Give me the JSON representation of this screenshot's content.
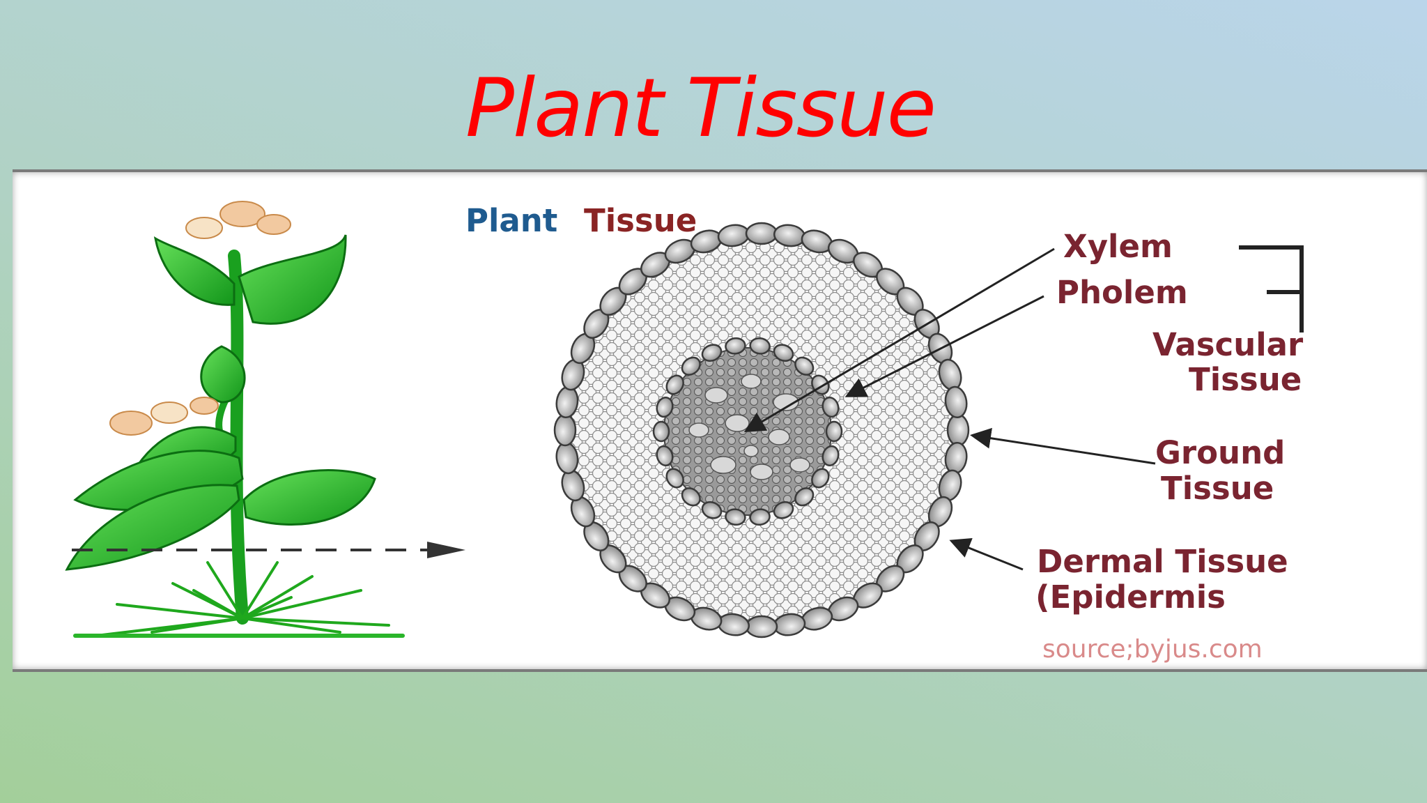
{
  "slide": {
    "title": "Plant Tissue"
  },
  "diagram": {
    "heading_part1": "Plant",
    "heading_part2": "Tissue",
    "labels": {
      "xylem": "Xylem",
      "phloem": "Pholem",
      "vascular_line1": "Vascular",
      "vascular_line2": "Tissue",
      "ground_line1": "Ground",
      "ground_line2": "Tissue",
      "dermal_line1": "Dermal Tissue",
      "dermal_line2": "(Epidermis"
    },
    "source": "source;byjus.com"
  },
  "colors": {
    "title_red": "#ff0000",
    "heading_blue": "#1f5b8f",
    "heading_red": "#8a2424",
    "label_maroon": "#7a2430",
    "source_pink": "#d98a8a",
    "plant_green": "#22b51e",
    "plant_dark_green": "#0c6e12",
    "flower_peach": "#f2c9a0"
  }
}
